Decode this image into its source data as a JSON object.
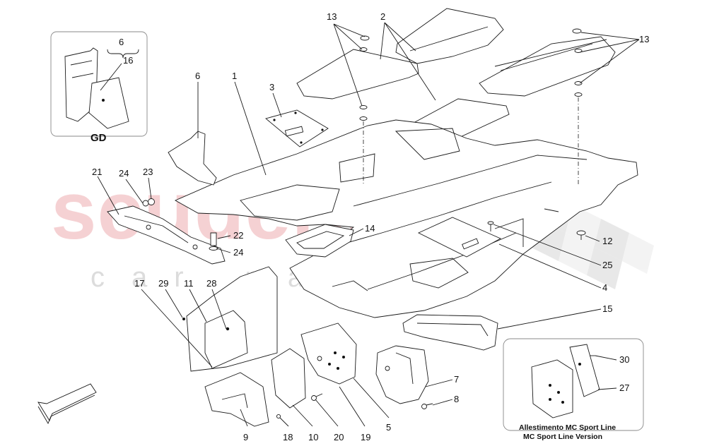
{
  "watermark": {
    "brand": "scuderia",
    "subtitle": "car parts"
  },
  "callouts": {
    "n1": "1",
    "n2": "2",
    "n3": "3",
    "n4": "4",
    "n5": "5",
    "n6": "6",
    "n6_inset": "6",
    "n7": "7",
    "n8": "8",
    "n9": "9",
    "n10": "10",
    "n11": "11",
    "n12": "12",
    "n13_left": "13",
    "n13_right": "13",
    "n14": "14",
    "n15": "15",
    "n16": "16",
    "n17": "17",
    "n18": "18",
    "n19": "19",
    "n20": "20",
    "n21": "21",
    "n22": "22",
    "n23": "23",
    "n24_top": "24",
    "n24_bottom": "24",
    "n25": "25",
    "n27": "27",
    "n28": "28",
    "n29": "29",
    "n30": "30"
  },
  "inset_gd": {
    "label": "GD"
  },
  "inset_mc": {
    "caption_line1": "Allestimento MC Sport Line",
    "caption_line2": "MC Sport Line Version"
  },
  "icons": {
    "direction": "arrow-front-left-icon",
    "checkered": "checkered-flag-watermark"
  }
}
